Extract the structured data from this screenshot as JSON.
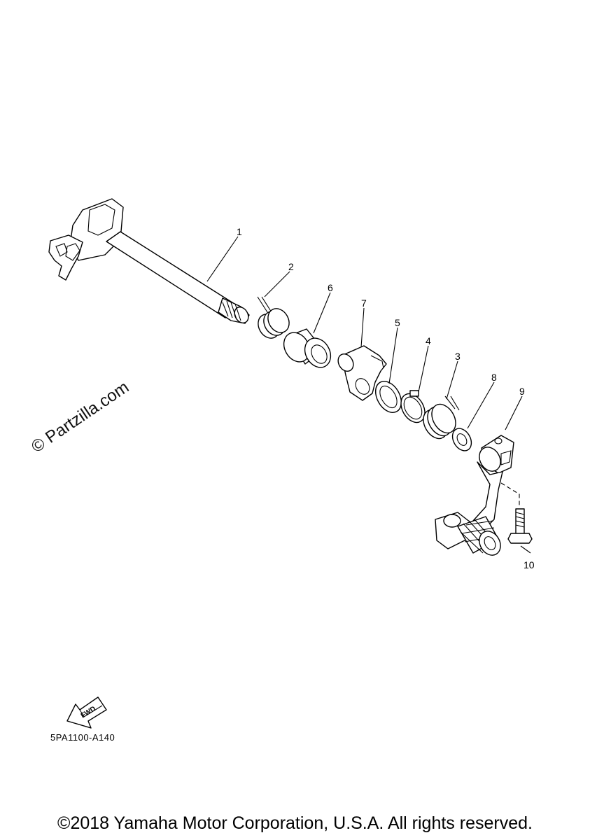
{
  "watermark": "© Partzilla.com",
  "callouts": {
    "p1": "1",
    "p2": "2",
    "p3": "3",
    "p4": "4",
    "p5": "5",
    "p6": "6",
    "p7": "7",
    "p8": "8",
    "p9": "9",
    "p10": "10"
  },
  "fwd_label": "FWD",
  "diagram_code": "5PA1100-A140",
  "copyright": "©2018 Yamaha Motor Corporation, U.S.A. All rights reserved."
}
